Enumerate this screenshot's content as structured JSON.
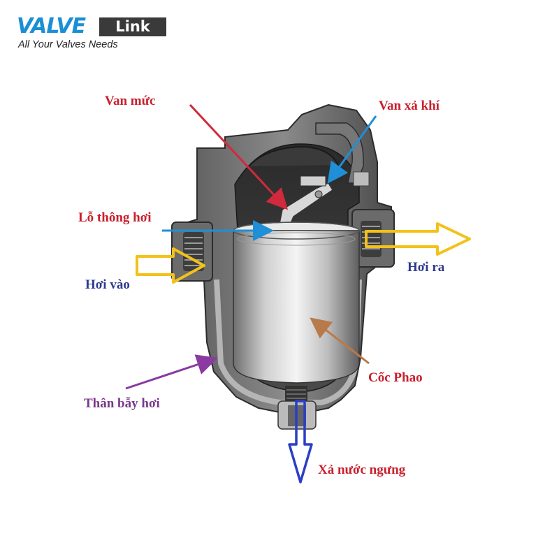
{
  "logo": {
    "brand_part1": "VALVE",
    "brand_part2": "Link",
    "tagline": "All Your Valves Needs",
    "colors": {
      "brand_blue": "#1b8fd6",
      "box_dark": "#3a3a3a"
    }
  },
  "diagram": {
    "labels": {
      "level_valve": "Van mức",
      "air_vent": "Van xả khí",
      "vent_hole": "Lỗ thông hơi",
      "steam_in": "Hơi vào",
      "steam_out": "Hơi ra",
      "float_bucket": "Cốc Phao",
      "trap_body": "Thân bẫy hơi",
      "condensate_drain": "Xả nước ngưng"
    },
    "colors": {
      "red": "#c8202d",
      "navy": "#2e3a8c",
      "blue_arrow": "#1f8fd8",
      "yellow_arrow": "#f2c21b",
      "brown_arrow": "#b87a4a",
      "purple_arrow": "#8a3aa0",
      "drain_arrow": "#2a3fc4"
    }
  }
}
